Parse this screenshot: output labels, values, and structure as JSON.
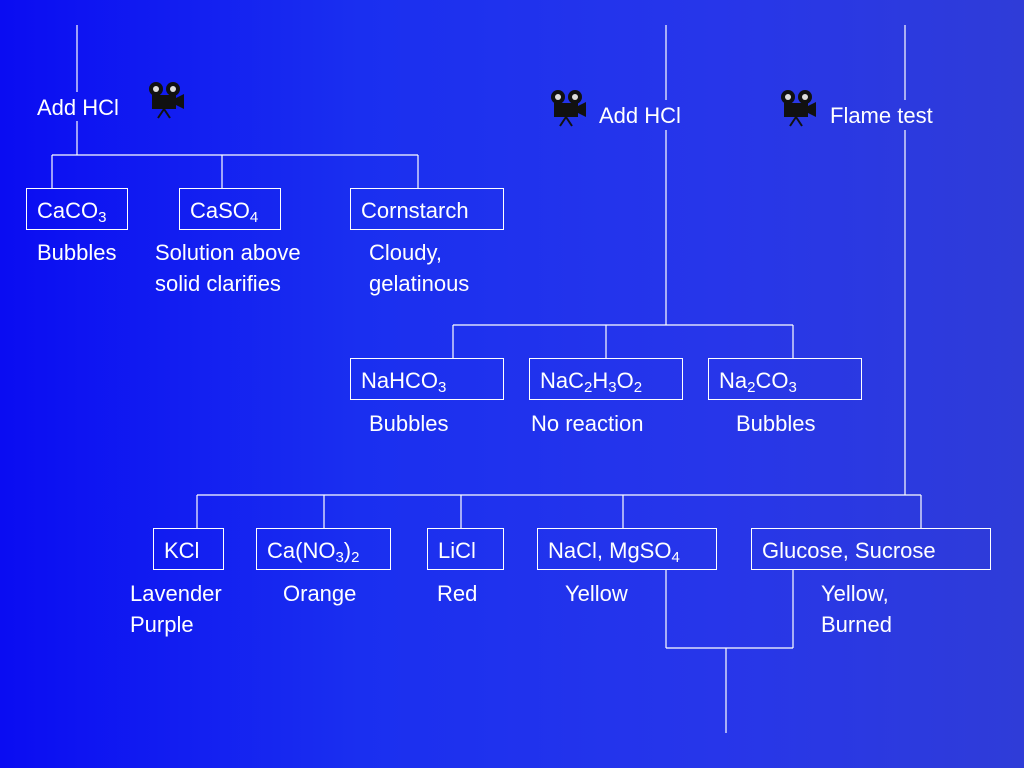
{
  "colors": {
    "background_left": "#0a0cf2",
    "background_right": "#2f3cd8",
    "line": "#ffffff",
    "text": "#ffffff"
  },
  "icons": {
    "video": "movie-camera-icon"
  },
  "steps": {
    "left": {
      "action": "Add HCl"
    },
    "middle": {
      "action": "Add HCl"
    },
    "right": {
      "action": "Flame test"
    }
  },
  "group1": [
    {
      "main": "CaCO",
      "sub": "3",
      "tail": "",
      "sub2": "",
      "tail2": "",
      "sub3": "",
      "result": [
        "Bubbles"
      ]
    },
    {
      "main": "CaSO",
      "sub": "4",
      "tail": "",
      "sub2": "",
      "tail2": "",
      "sub3": "",
      "result": [
        "Solution above",
        "solid clarifies"
      ]
    },
    {
      "main": "Cornstarch",
      "sub": "",
      "tail": "",
      "sub2": "",
      "tail2": "",
      "sub3": "",
      "result": [
        "Cloudy,",
        "gelatinous"
      ]
    }
  ],
  "group2": [
    {
      "main": "NaHCO",
      "sub": "3",
      "tail": "",
      "sub2": "",
      "tail2": "",
      "sub3": "",
      "result": [
        "Bubbles"
      ]
    },
    {
      "main": "NaC",
      "sub": "2",
      "tail": "H",
      "sub2": "3",
      "tail2": "O",
      "sub3": "2",
      "result": [
        "No reaction"
      ]
    },
    {
      "main": "Na",
      "sub": "2",
      "tail": "CO",
      "sub2": "3",
      "tail2": "",
      "sub3": "",
      "result": [
        "Bubbles"
      ]
    }
  ],
  "group3": [
    {
      "main": "KCl",
      "sub": "",
      "tail": "",
      "sub2": "",
      "tail2": "",
      "sub3": "",
      "result": [
        "Lavender",
        "Purple"
      ]
    },
    {
      "main": "Ca(NO",
      "sub": "3",
      "tail": ")",
      "sub2": "2",
      "tail2": "",
      "sub3": "",
      "result": [
        "Orange"
      ]
    },
    {
      "main": "LiCl",
      "sub": "",
      "tail": "",
      "sub2": "",
      "tail2": "",
      "sub3": "",
      "result": [
        "Red"
      ]
    },
    {
      "main": "NaCl, MgSO",
      "sub": "4",
      "tail": "",
      "sub2": "",
      "tail2": "",
      "sub3": "",
      "result": [
        "Yellow"
      ]
    },
    {
      "main": "Glucose, Sucrose",
      "sub": "",
      "tail": "",
      "sub2": "",
      "tail2": "",
      "sub3": "",
      "result": [
        "Yellow,",
        "Burned"
      ]
    }
  ]
}
